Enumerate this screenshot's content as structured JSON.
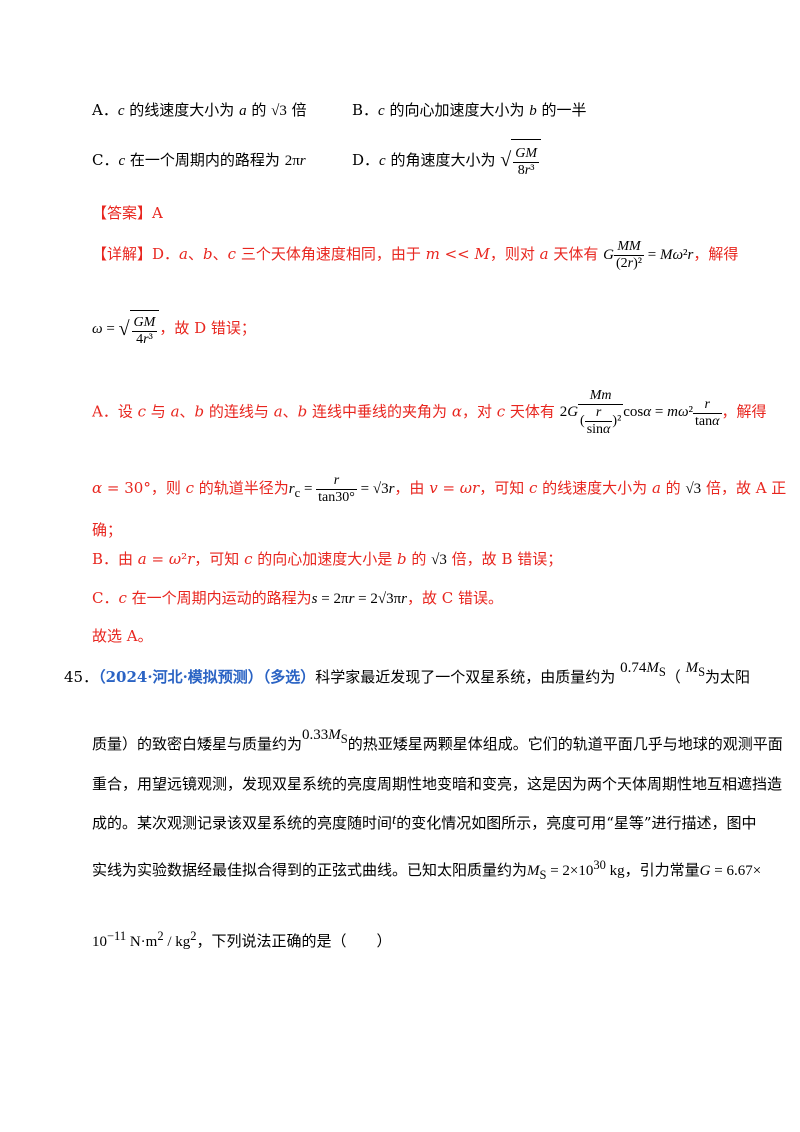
{
  "options": {
    "A": "A．c 的线速度大小为 a 的 √3 倍",
    "B": "B．c 的向心加速度大小为 b 的一半",
    "C": "C．c 在一个周期内的路程为 2πr",
    "D": "D．c 的角速度大小为 √(GM/8r³)"
  },
  "answer": {
    "tag": "【答案】",
    "value": "A"
  },
  "detail": {
    "tag": "【详解】",
    "line1_pre": "D．a、b、c 三个天体角速度相同，由于 m << M，则对 a 天体有",
    "line1_eq": "G MM/(2r)² = Mω²r",
    "line1_post": "，解得",
    "line2_eq": "ω = √(GM/4r³)",
    "line2_post": "，故 D 错误；",
    "line3_pre": "A．设 c 与 a、b 的连线与 a、b 连线中垂线的夹角为 α，对 c 天体有",
    "line3_eq": "2G Mm/(r/sinα)² cosα = mω² r/tanα",
    "line3_post": "，解得",
    "line4_pre": "α = 30°，则 c 的轨道半径为",
    "line4_eq": "r_c = r/tan30° = √3 r",
    "line4_mid": "，由 v = ωr，可知 c 的线速度大小为 a 的",
    "line4_sqrt": "√3",
    "line4_post": "倍，故 A 正",
    "line5": "确；",
    "line6": "B．由 a = ω²r，可知 c 的向心加速度大小是 b 的 √3 倍，故 B 错误；",
    "line7_pre": "C．c 在一个周期内运动的路程为",
    "line7_eq": "s = 2πr = 2√3πr",
    "line7_post": "，故 C 错误。",
    "line8": "故选 A。"
  },
  "question45": {
    "number": "45．",
    "source": "（2024·河北·模拟预测）（多选）",
    "text1": "科学家最近发现了一个双星系统，由质量约为",
    "mass1": "0.74M_S",
    "text1b": "（",
    "ms": "M_S",
    "text1c": "为太阳",
    "text2a": "质量）的致密白矮星与质量约为",
    "mass2": "0.33M_S",
    "text2b": "的热亚矮星两颗星体组成。它们的轨道平面几乎与地球的观测平面",
    "text3": "重合，用望远镜观测，发现双星系统的亮度周期性地变暗和变亮，这是因为两个天体周期性地互相遮挡造",
    "text4a": "成的。某次观测记录该双星系统的亮度随时间",
    "text4t": "t",
    "text4b": "的变化情况如图所示，亮度可用“星等”进行描述，图中",
    "text5a": "实线为实验数据经最佳拟合得到的正弦式曲线。已知太阳质量约为",
    "text5eq": "M_S = 2×10³⁰ kg",
    "text5b": "，引力常量",
    "text5g": "G = 6.67×",
    "text6eq": "10⁻¹¹ N·m²/kg²",
    "text6b": "，下列说法正确的是（　　）"
  },
  "colors": {
    "red": "#e8261f",
    "blue": "#2a63c4"
  }
}
